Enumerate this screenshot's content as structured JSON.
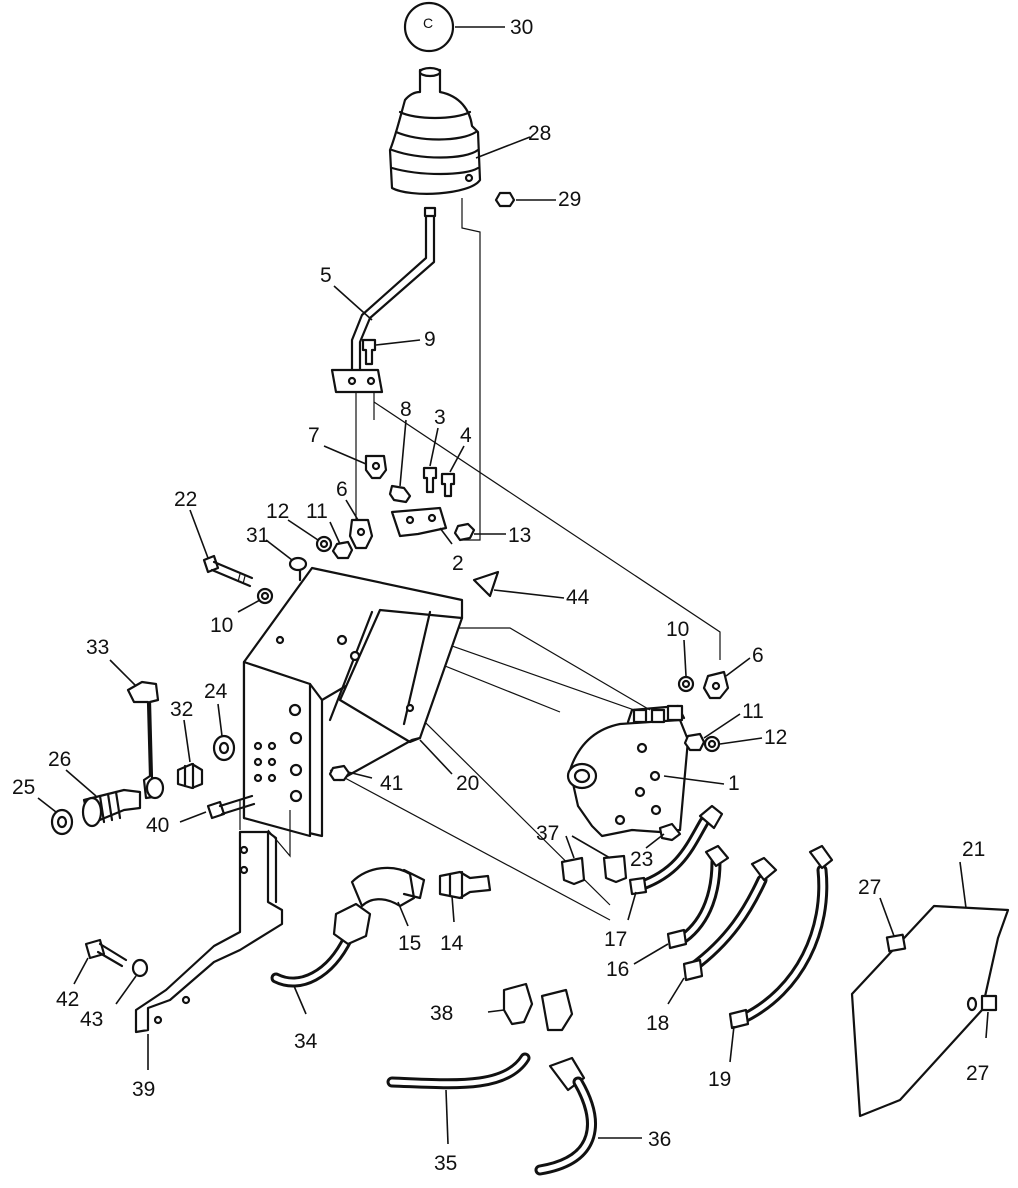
{
  "diagram": {
    "ink_color": "#111111",
    "background": "#ffffff",
    "knob_letter": "C",
    "callouts": [
      {
        "id": "30",
        "text": "30"
      },
      {
        "id": "28",
        "text": "28"
      },
      {
        "id": "29",
        "text": "29"
      },
      {
        "id": "5",
        "text": "5"
      },
      {
        "id": "9",
        "text": "9"
      },
      {
        "id": "7",
        "text": "7"
      },
      {
        "id": "8",
        "text": "8"
      },
      {
        "id": "3",
        "text": "3"
      },
      {
        "id": "4",
        "text": "4"
      },
      {
        "id": "6a",
        "text": "6"
      },
      {
        "id": "13",
        "text": "13"
      },
      {
        "id": "22",
        "text": "22"
      },
      {
        "id": "12a",
        "text": "12"
      },
      {
        "id": "11a",
        "text": "11"
      },
      {
        "id": "31",
        "text": "31"
      },
      {
        "id": "2",
        "text": "2"
      },
      {
        "id": "44",
        "text": "44"
      },
      {
        "id": "10a",
        "text": "10"
      },
      {
        "id": "10b",
        "text": "10"
      },
      {
        "id": "6b",
        "text": "6"
      },
      {
        "id": "33",
        "text": "33"
      },
      {
        "id": "24",
        "text": "24"
      },
      {
        "id": "32",
        "text": "32"
      },
      {
        "id": "26",
        "text": "26"
      },
      {
        "id": "11b",
        "text": "11"
      },
      {
        "id": "12b",
        "text": "12"
      },
      {
        "id": "1",
        "text": "1"
      },
      {
        "id": "25",
        "text": "25"
      },
      {
        "id": "41",
        "text": "41"
      },
      {
        "id": "20",
        "text": "20"
      },
      {
        "id": "40",
        "text": "40"
      },
      {
        "id": "37",
        "text": "37"
      },
      {
        "id": "23",
        "text": "23"
      },
      {
        "id": "21",
        "text": "21"
      },
      {
        "id": "27a",
        "text": "27"
      },
      {
        "id": "15",
        "text": "15"
      },
      {
        "id": "14",
        "text": "14"
      },
      {
        "id": "17",
        "text": "17"
      },
      {
        "id": "16",
        "text": "16"
      },
      {
        "id": "42",
        "text": "42"
      },
      {
        "id": "43",
        "text": "43"
      },
      {
        "id": "18",
        "text": "18"
      },
      {
        "id": "34",
        "text": "34"
      },
      {
        "id": "38",
        "text": "38"
      },
      {
        "id": "39",
        "text": "39"
      },
      {
        "id": "19",
        "text": "19"
      },
      {
        "id": "27b",
        "text": "27"
      },
      {
        "id": "35",
        "text": "35"
      },
      {
        "id": "36",
        "text": "36"
      }
    ]
  }
}
